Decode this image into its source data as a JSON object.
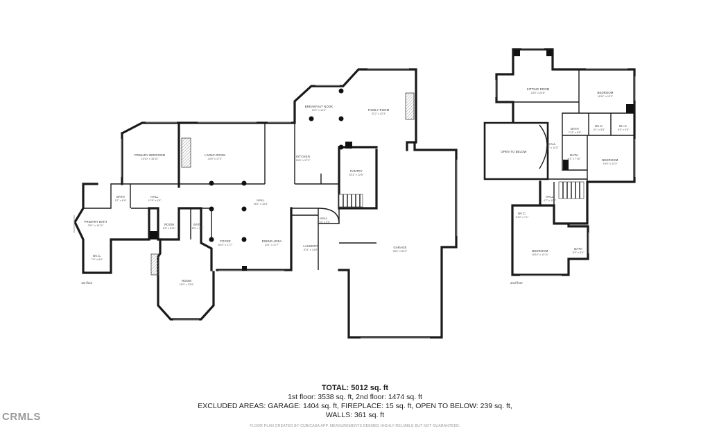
{
  "floors": [
    {
      "label": "1st floor",
      "rooms": [
        {
          "name": "BREAKFAST NOOK",
          "dims": "12'2\" x 10'4\""
        },
        {
          "name": "FAMILY ROOM",
          "dims": "21'2\" x 22'3\""
        },
        {
          "name": "PRIMARY BEDROOM",
          "dims": "15'10\" x 16'10\""
        },
        {
          "name": "LIVING ROOM",
          "dims": "24'9\" x 17'2\""
        },
        {
          "name": "KITCHEN",
          "dims": "20'6\" x 17'2\""
        },
        {
          "name": "PANTRY",
          "dims": "6'11\" x 12'5\""
        },
        {
          "name": "BATH",
          "dims": "5'7\" x 6'9\""
        },
        {
          "name": "HALL",
          "dims": "12'9\" x 6'5\""
        },
        {
          "name": "HALL",
          "dims": "35'2\" x 10'6\""
        },
        {
          "name": "PRIMARY BATH",
          "dims": "23'1\" x 14'11\""
        },
        {
          "name": "ROOM",
          "dims": "5'5\" x 8'11\""
        },
        {
          "name": "BATH",
          "dims": "8'9\" x 7'5\""
        },
        {
          "name": "HALL",
          "dims": "5'10\" x 4'0\""
        },
        {
          "name": "FOYER",
          "dims": "8'10\" x 17'7\""
        },
        {
          "name": "DINING AREA",
          "dims": "14'1\" x 17'7\""
        },
        {
          "name": "LAUNDRY",
          "dims": "8'11\" x 14'8\""
        },
        {
          "name": "GARAGE",
          "dims": "35'4\" x 52'4\""
        },
        {
          "name": "W.I.C.",
          "dims": "7'5\" x 8'9\""
        },
        {
          "name": "ROOM",
          "dims": "15'0\" x 23'9\""
        }
      ]
    },
    {
      "label": "2nd floor",
      "rooms": [
        {
          "name": "SITTING ROOM",
          "dims": "23'0\" x 20'8\""
        },
        {
          "name": "BEDROOM",
          "dims": "16'11\" x 12'0\""
        },
        {
          "name": "BATH",
          "dims": "7'11\" x 8'6\""
        },
        {
          "name": "W.I.C.",
          "dims": "6'1\" x 5'5\""
        },
        {
          "name": "W.I.C.",
          "dims": "5'4\" x 5'6\""
        },
        {
          "name": "OPEN TO BELOW",
          "dims": ""
        },
        {
          "name": "HALL",
          "dims": "9'9\" x 11'0\""
        },
        {
          "name": "BATH",
          "dims": "6'1\" x 7'10\""
        },
        {
          "name": "BEDROOM",
          "dims": "15'0\" x 13'3\""
        },
        {
          "name": "HALL",
          "dims": "4'7\" x 11'8\""
        },
        {
          "name": "W.I.C.",
          "dims": "5'10\" x 7'1\""
        },
        {
          "name": "BEDROOM",
          "dims": "15'10\" x 12'11\""
        },
        {
          "name": "BATH",
          "dims": "5'3\" x 8'4\""
        }
      ]
    }
  ],
  "summary": {
    "total": "TOTAL: 5012 sq. ft",
    "floors_line": "1st floor: 3538 sq. ft, 2nd floor: 1474 sq. ft",
    "excluded_line": "EXCLUDED AREAS: GARAGE: 1404 sq. ft, FIREPLACE: 15 sq. ft, OPEN TO BELOW: 239 sq. ft,",
    "walls_line": "WALLS: 361 sq. ft",
    "disclaimer": "FLOOR PLAN CREATED BY CUBICASA APP. MEASUREMENTS DEEMED HIGHLY RELIABLE BUT NOT GUARANTEED."
  },
  "watermark": "CRMLS"
}
